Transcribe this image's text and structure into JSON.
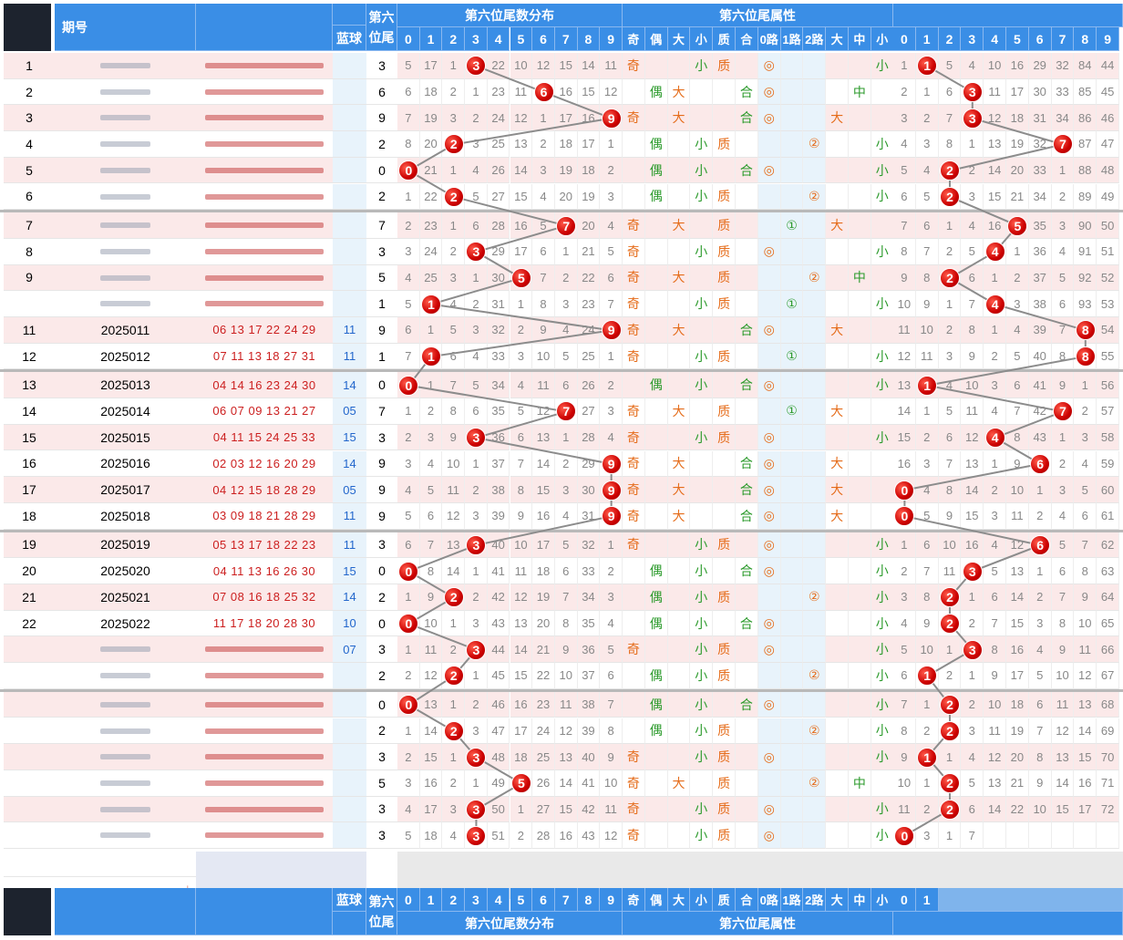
{
  "header": {
    "period_label": "期号",
    "blue_label": "蓝球",
    "sixth_pos_line1": "第六",
    "sixth_pos_line2": "位尾",
    "dist_title": "第六位尾数分布",
    "attr_title": "第六位尾属性",
    "digits": [
      "0",
      "1",
      "2",
      "3",
      "4",
      "5",
      "6",
      "7",
      "8",
      "9"
    ],
    "attr_cols": [
      "奇",
      "偶",
      "大",
      "小",
      "质",
      "合",
      "0路",
      "1路",
      "2路",
      "大",
      "中",
      "小"
    ],
    "tail_digits_right": [
      "0",
      "1",
      "2",
      "3",
      "4",
      "5",
      "6",
      "7",
      "8",
      "9"
    ]
  },
  "footer": {
    "blue_label": "蓝球",
    "sixth_pos_line1": "第六",
    "sixth_pos_line2": "位尾",
    "dist_title": "第六位尾数分布",
    "attr_title": "第六位尾属性",
    "digits": [
      "0",
      "1",
      "2",
      "3",
      "4",
      "5",
      "6",
      "7",
      "8",
      "9"
    ],
    "attr_cols": [
      "奇",
      "偶",
      "大",
      "小",
      "质",
      "合",
      "0路",
      "1路",
      "2路",
      "大",
      "中",
      "小"
    ],
    "right_digits_visible": [
      "0",
      "1"
    ]
  },
  "footer_arrow": "↓",
  "rows": [
    {
      "idx": "1",
      "period": "",
      "reds": "",
      "blue": "",
      "v": 3,
      "miss": [
        "5",
        "17",
        "1",
        "",
        "22",
        "10",
        "12",
        "15",
        "14",
        "11"
      ],
      "attr": [
        "奇",
        "",
        "",
        "小",
        "质",
        "",
        "◎",
        "",
        "",
        "",
        "",
        "小"
      ],
      "right": [
        "1",
        "",
        "5",
        "4",
        "10",
        "16",
        "29",
        "32",
        "84",
        "44"
      ],
      "rv": 1
    },
    {
      "idx": "2",
      "period": "",
      "reds": "",
      "blue": "",
      "v": 6,
      "miss": [
        "6",
        "18",
        "2",
        "1",
        "23",
        "11",
        "",
        "16",
        "15",
        "12"
      ],
      "attr": [
        "",
        "偶",
        "大",
        "",
        "",
        "合",
        "◎",
        "",
        "",
        "",
        "中",
        ""
      ],
      "right": [
        "2",
        "1",
        "6",
        "",
        "11",
        "17",
        "30",
        "33",
        "85",
        "45"
      ],
      "rv": 3
    },
    {
      "idx": "3",
      "period": "",
      "reds": "",
      "blue": "",
      "v": 9,
      "miss": [
        "7",
        "19",
        "3",
        "2",
        "24",
        "12",
        "1",
        "17",
        "16",
        ""
      ],
      "attr": [
        "奇",
        "",
        "大",
        "",
        "",
        "合",
        "◎",
        "",
        "",
        "大",
        "",
        ""
      ],
      "right": [
        "3",
        "2",
        "7",
        "",
        "12",
        "18",
        "31",
        "34",
        "86",
        "46"
      ],
      "rv": 3
    },
    {
      "idx": "4",
      "period": "",
      "reds": "",
      "blue": "",
      "v": 2,
      "miss": [
        "8",
        "20",
        "",
        "3",
        "25",
        "13",
        "2",
        "18",
        "17",
        "1"
      ],
      "attr": [
        "",
        "偶",
        "",
        "小",
        "质",
        "",
        "",
        "",
        "②",
        "",
        "",
        "小"
      ],
      "right": [
        "4",
        "3",
        "8",
        "1",
        "13",
        "19",
        "32",
        "",
        "87",
        "47"
      ],
      "rv": 7
    },
    {
      "idx": "5",
      "period": "",
      "reds": "",
      "blue": "",
      "v": 0,
      "miss": [
        "",
        "21",
        "1",
        "4",
        "26",
        "14",
        "3",
        "19",
        "18",
        "2"
      ],
      "attr": [
        "",
        "偶",
        "",
        "小",
        "",
        "合",
        "◎",
        "",
        "",
        "",
        "",
        "小"
      ],
      "right": [
        "5",
        "4",
        "",
        "2",
        "14",
        "20",
        "33",
        "1",
        "88",
        "48"
      ],
      "rv": 2
    },
    {
      "idx": "6",
      "period": "",
      "reds": "",
      "blue": "",
      "v": 2,
      "miss": [
        "1",
        "22",
        "",
        "5",
        "27",
        "15",
        "4",
        "20",
        "19",
        "3"
      ],
      "attr": [
        "",
        "偶",
        "",
        "小",
        "质",
        "",
        "",
        "",
        "②",
        "",
        "",
        "小"
      ],
      "right": [
        "6",
        "5",
        "",
        "3",
        "15",
        "21",
        "34",
        "2",
        "89",
        "49"
      ],
      "rv": 2
    },
    {
      "idx": "7",
      "period": "",
      "reds": "",
      "blue": "",
      "v": 7,
      "miss": [
        "2",
        "23",
        "1",
        "6",
        "28",
        "16",
        "5",
        "",
        "20",
        "4"
      ],
      "attr": [
        "奇",
        "",
        "大",
        "",
        "质",
        "",
        "",
        "①",
        "",
        "大",
        "",
        ""
      ],
      "right": [
        "7",
        "6",
        "1",
        "4",
        "16",
        "",
        "35",
        "3",
        "90",
        "50"
      ],
      "rv": 5
    },
    {
      "idx": "8",
      "period": "",
      "reds": "",
      "blue": "",
      "v": 3,
      "miss": [
        "3",
        "24",
        "2",
        "",
        "29",
        "17",
        "6",
        "1",
        "21",
        "5"
      ],
      "attr": [
        "奇",
        "",
        "",
        "小",
        "质",
        "",
        "◎",
        "",
        "",
        "",
        "",
        "小"
      ],
      "right": [
        "8",
        "7",
        "2",
        "5",
        "",
        "1",
        "36",
        "4",
        "91",
        "51"
      ],
      "rv": 4
    },
    {
      "idx": "9",
      "period": "",
      "reds": "",
      "blue": "",
      "v": 5,
      "miss": [
        "4",
        "25",
        "3",
        "1",
        "30",
        "",
        "7",
        "2",
        "22",
        "6"
      ],
      "attr": [
        "奇",
        "",
        "大",
        "",
        "质",
        "",
        "",
        "",
        "②",
        "",
        "中",
        ""
      ],
      "right": [
        "9",
        "8",
        "",
        "6",
        "1",
        "2",
        "37",
        "5",
        "92",
        "52"
      ],
      "rv": 2
    },
    {
      "idx": "",
      "period": "",
      "reds": "",
      "blue": "",
      "v": 1,
      "miss": [
        "5",
        "",
        "4",
        "2",
        "31",
        "1",
        "8",
        "3",
        "23",
        "7"
      ],
      "attr": [
        "奇",
        "",
        "",
        "小",
        "质",
        "",
        "",
        "①",
        "",
        "",
        "",
        "小"
      ],
      "right": [
        "10",
        "9",
        "1",
        "7",
        "",
        "3",
        "38",
        "6",
        "93",
        "53"
      ],
      "rv": 4
    },
    {
      "idx": "11",
      "period": "2025011",
      "reds": "06 13 17 22 24 29",
      "blue": "11",
      "v": 9,
      "miss": [
        "6",
        "1",
        "5",
        "3",
        "32",
        "2",
        "9",
        "4",
        "24",
        ""
      ],
      "attr": [
        "奇",
        "",
        "大",
        "",
        "",
        "合",
        "◎",
        "",
        "",
        "大",
        "",
        ""
      ],
      "right": [
        "11",
        "10",
        "2",
        "8",
        "1",
        "4",
        "39",
        "7",
        "",
        "54"
      ],
      "rv": 8
    },
    {
      "idx": "12",
      "period": "2025012",
      "reds": "07 11 13 18 27 31",
      "blue": "11",
      "v": 1,
      "miss": [
        "7",
        "",
        "6",
        "4",
        "33",
        "3",
        "10",
        "5",
        "25",
        "1"
      ],
      "attr": [
        "奇",
        "",
        "",
        "小",
        "质",
        "",
        "",
        "①",
        "",
        "",
        "",
        "小"
      ],
      "right": [
        "12",
        "11",
        "3",
        "9",
        "2",
        "5",
        "40",
        "8",
        "",
        "55"
      ],
      "rv": 8
    },
    {
      "idx": "13",
      "period": "2025013",
      "reds": "04 14 16 23 24 30",
      "blue": "14",
      "v": 0,
      "miss": [
        "",
        "1",
        "7",
        "5",
        "34",
        "4",
        "11",
        "6",
        "26",
        "2"
      ],
      "attr": [
        "",
        "偶",
        "",
        "小",
        "",
        "合",
        "◎",
        "",
        "",
        "",
        "",
        "小"
      ],
      "right": [
        "13",
        "",
        "4",
        "10",
        "3",
        "6",
        "41",
        "9",
        "1",
        "56"
      ],
      "rv": 1
    },
    {
      "idx": "14",
      "period": "2025014",
      "reds": "06 07 09 13 21 27",
      "blue": "05",
      "v": 7,
      "miss": [
        "1",
        "2",
        "8",
        "6",
        "35",
        "5",
        "12",
        "",
        "27",
        "3"
      ],
      "attr": [
        "奇",
        "",
        "大",
        "",
        "质",
        "",
        "",
        "①",
        "",
        "大",
        "",
        ""
      ],
      "right": [
        "14",
        "1",
        "5",
        "11",
        "4",
        "7",
        "42",
        "",
        "2",
        "57"
      ],
      "rv": 7
    },
    {
      "idx": "15",
      "period": "2025015",
      "reds": "04 11 15 24 25 33",
      "blue": "15",
      "v": 3,
      "miss": [
        "2",
        "3",
        "9",
        "",
        "36",
        "6",
        "13",
        "1",
        "28",
        "4"
      ],
      "attr": [
        "奇",
        "",
        "",
        "小",
        "质",
        "",
        "◎",
        "",
        "",
        "",
        "",
        "小"
      ],
      "right": [
        "15",
        "2",
        "6",
        "12",
        "",
        "8",
        "43",
        "1",
        "3",
        "58"
      ],
      "rv": 4
    },
    {
      "idx": "16",
      "period": "2025016",
      "reds": "02 03 12 16 20 29",
      "blue": "14",
      "v": 9,
      "miss": [
        "3",
        "4",
        "10",
        "1",
        "37",
        "7",
        "14",
        "2",
        "29",
        ""
      ],
      "attr": [
        "奇",
        "",
        "大",
        "",
        "",
        "合",
        "◎",
        "",
        "",
        "大",
        "",
        ""
      ],
      "right": [
        "16",
        "3",
        "7",
        "13",
        "1",
        "9",
        "",
        "2",
        "4",
        "59"
      ],
      "rv": 6
    },
    {
      "idx": "17",
      "period": "2025017",
      "reds": "04 12 15 18 28 29",
      "blue": "05",
      "v": 9,
      "miss": [
        "4",
        "5",
        "11",
        "2",
        "38",
        "8",
        "15",
        "3",
        "30",
        ""
      ],
      "attr": [
        "奇",
        "",
        "大",
        "",
        "",
        "合",
        "◎",
        "",
        "",
        "大",
        "",
        ""
      ],
      "right": [
        "",
        "4",
        "8",
        "14",
        "2",
        "10",
        "1",
        "3",
        "5",
        "60"
      ],
      "rv": 0
    },
    {
      "idx": "18",
      "period": "2025018",
      "reds": "03 09 18 21 28 29",
      "blue": "11",
      "v": 9,
      "miss": [
        "5",
        "6",
        "12",
        "3",
        "39",
        "9",
        "16",
        "4",
        "31",
        ""
      ],
      "attr": [
        "奇",
        "",
        "大",
        "",
        "",
        "合",
        "◎",
        "",
        "",
        "大",
        "",
        ""
      ],
      "right": [
        "",
        "5",
        "9",
        "15",
        "3",
        "11",
        "2",
        "4",
        "6",
        "61"
      ],
      "rv": 0
    },
    {
      "idx": "19",
      "period": "2025019",
      "reds": "05 13 17 18 22 23",
      "blue": "11",
      "v": 3,
      "miss": [
        "6",
        "7",
        "13",
        "",
        "40",
        "10",
        "17",
        "5",
        "32",
        "1"
      ],
      "attr": [
        "奇",
        "",
        "",
        "小",
        "质",
        "",
        "◎",
        "",
        "",
        "",
        "",
        "小"
      ],
      "right": [
        "1",
        "6",
        "10",
        "16",
        "4",
        "12",
        "",
        "5",
        "7",
        "62"
      ],
      "rv": 6
    },
    {
      "idx": "20",
      "period": "2025020",
      "reds": "04 11 13 16 26 30",
      "blue": "15",
      "v": 0,
      "miss": [
        "",
        "8",
        "14",
        "1",
        "41",
        "11",
        "18",
        "6",
        "33",
        "2"
      ],
      "attr": [
        "",
        "偶",
        "",
        "小",
        "",
        "合",
        "◎",
        "",
        "",
        "",
        "",
        "小"
      ],
      "right": [
        "2",
        "7",
        "11",
        "",
        "5",
        "13",
        "1",
        "6",
        "8",
        "63"
      ],
      "rv": 3
    },
    {
      "idx": "21",
      "period": "2025021",
      "reds": "07 08 16 18 25 32",
      "blue": "14",
      "v": 2,
      "miss": [
        "1",
        "9",
        "",
        "2",
        "42",
        "12",
        "19",
        "7",
        "34",
        "3"
      ],
      "attr": [
        "",
        "偶",
        "",
        "小",
        "质",
        "",
        "",
        "",
        "②",
        "",
        "",
        "小"
      ],
      "right": [
        "3",
        "8",
        "",
        "1",
        "6",
        "14",
        "2",
        "7",
        "9",
        "64"
      ],
      "rv": 2
    },
    {
      "idx": "22",
      "period": "2025022",
      "reds": "11 17 18 20 28 30",
      "blue": "10",
      "v": 0,
      "miss": [
        "",
        "10",
        "1",
        "3",
        "43",
        "13",
        "20",
        "8",
        "35",
        "4"
      ],
      "attr": [
        "",
        "偶",
        "",
        "小",
        "",
        "合",
        "◎",
        "",
        "",
        "",
        "",
        "小"
      ],
      "right": [
        "4",
        "9",
        "",
        "2",
        "7",
        "15",
        "3",
        "8",
        "10",
        "65"
      ],
      "rv": 2
    },
    {
      "idx": "",
      "period": "",
      "reds": "",
      "blue": "07",
      "v": 3,
      "miss": [
        "1",
        "11",
        "2",
        "",
        "44",
        "14",
        "21",
        "9",
        "36",
        "5"
      ],
      "attr": [
        "奇",
        "",
        "",
        "小",
        "质",
        "",
        "◎",
        "",
        "",
        "",
        "",
        "小"
      ],
      "right": [
        "5",
        "10",
        "1",
        "",
        "8",
        "16",
        "4",
        "9",
        "11",
        "66"
      ],
      "rv": 3
    },
    {
      "idx": "",
      "period": "",
      "reds": "",
      "blue": "",
      "v": 2,
      "miss": [
        "2",
        "12",
        "",
        "1",
        "45",
        "15",
        "22",
        "10",
        "37",
        "6"
      ],
      "attr": [
        "",
        "偶",
        "",
        "小",
        "质",
        "",
        "",
        "",
        "②",
        "",
        "",
        "小"
      ],
      "right": [
        "6",
        "",
        "2",
        "1",
        "9",
        "17",
        "5",
        "10",
        "12",
        "67"
      ],
      "rv": 1
    },
    {
      "idx": "",
      "period": "",
      "reds": "",
      "blue": "",
      "v": 0,
      "miss": [
        "",
        "13",
        "1",
        "2",
        "46",
        "16",
        "23",
        "11",
        "38",
        "7"
      ],
      "attr": [
        "",
        "偶",
        "",
        "小",
        "",
        "合",
        "◎",
        "",
        "",
        "",
        "",
        "小"
      ],
      "right": [
        "7",
        "1",
        "",
        "2",
        "10",
        "18",
        "6",
        "11",
        "13",
        "68"
      ],
      "rv": 2
    },
    {
      "idx": "",
      "period": "",
      "reds": "",
      "blue": "",
      "v": 2,
      "miss": [
        "1",
        "14",
        "",
        "3",
        "47",
        "17",
        "24",
        "12",
        "39",
        "8"
      ],
      "attr": [
        "",
        "偶",
        "",
        "小",
        "质",
        "",
        "",
        "",
        "②",
        "",
        "",
        "小"
      ],
      "right": [
        "8",
        "2",
        "",
        "3",
        "11",
        "19",
        "7",
        "12",
        "14",
        "69"
      ],
      "rv": 2
    },
    {
      "idx": "",
      "period": "",
      "reds": "",
      "blue": "",
      "v": 3,
      "miss": [
        "2",
        "15",
        "1",
        "",
        "48",
        "18",
        "25",
        "13",
        "40",
        "9"
      ],
      "attr": [
        "奇",
        "",
        "",
        "小",
        "质",
        "",
        "◎",
        "",
        "",
        "",
        "",
        "小"
      ],
      "right": [
        "9",
        "",
        "1",
        "4",
        "12",
        "20",
        "8",
        "13",
        "15",
        "70"
      ],
      "rv": 1
    },
    {
      "idx": "",
      "period": "",
      "reds": "",
      "blue": "",
      "v": 5,
      "miss": [
        "3",
        "16",
        "2",
        "1",
        "49",
        "",
        "26",
        "14",
        "41",
        "10"
      ],
      "attr": [
        "奇",
        "",
        "大",
        "",
        "质",
        "",
        "",
        "",
        "②",
        "",
        "中",
        ""
      ],
      "right": [
        "10",
        "1",
        "",
        "5",
        "13",
        "21",
        "9",
        "14",
        "16",
        "71"
      ],
      "rv": 2
    },
    {
      "idx": "",
      "period": "",
      "reds": "",
      "blue": "",
      "v": 3,
      "miss": [
        "4",
        "17",
        "3",
        "",
        "50",
        "1",
        "27",
        "15",
        "42",
        "11"
      ],
      "attr": [
        "奇",
        "",
        "",
        "小",
        "质",
        "",
        "◎",
        "",
        "",
        "",
        "",
        "小"
      ],
      "right": [
        "11",
        "2",
        "",
        "6",
        "14",
        "22",
        "10",
        "15",
        "17",
        "72"
      ],
      "rv": 2
    },
    {
      "idx": "",
      "period": "",
      "reds": "",
      "blue": "",
      "v": 3,
      "miss": [
        "5",
        "18",
        "4",
        "",
        "51",
        "2",
        "28",
        "16",
        "43",
        "12"
      ],
      "attr": [
        "奇",
        "",
        "",
        "小",
        "质",
        "",
        "◎",
        "",
        "",
        "",
        "",
        "小"
      ],
      "right": [
        "",
        "3",
        "1",
        "7",
        "",
        "",
        "",
        "",
        "",
        ""
      ],
      "rv": 0
    }
  ]
}
